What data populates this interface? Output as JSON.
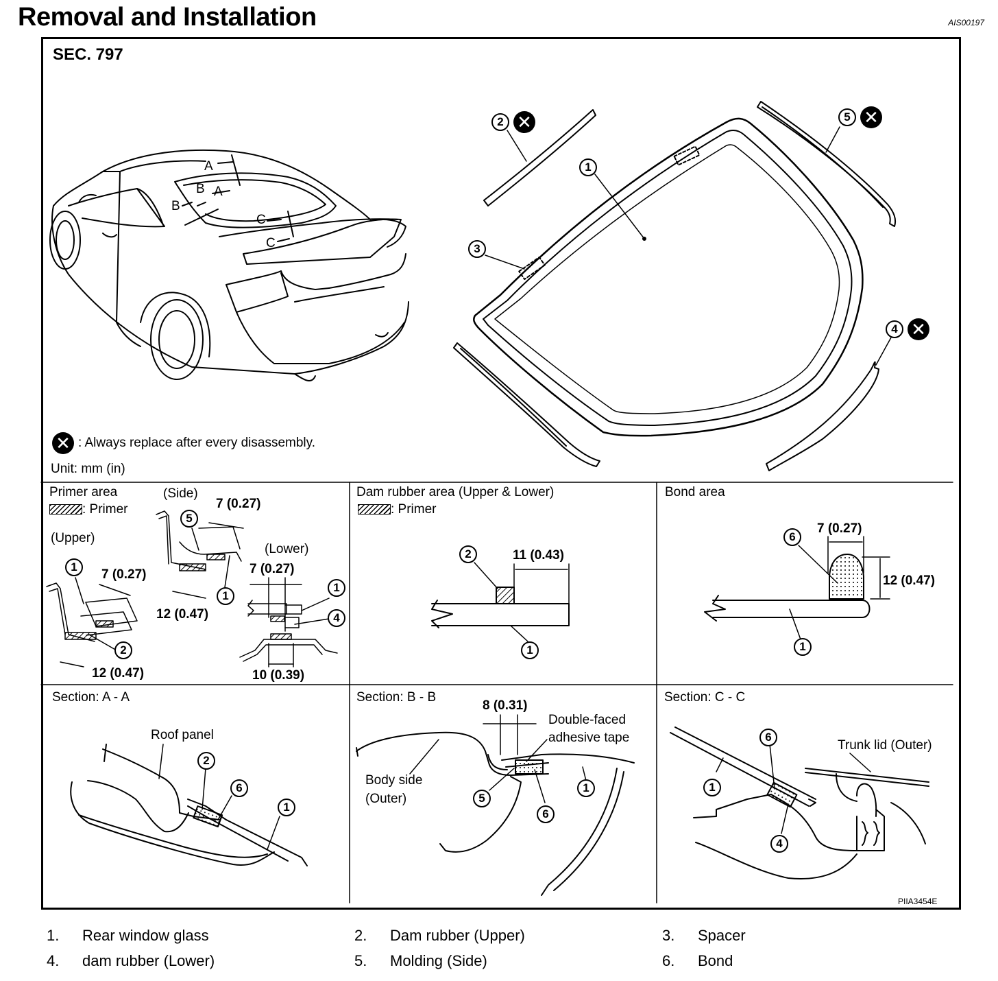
{
  "header": {
    "title": "Removal and Installation",
    "doc_id": "AIS00197"
  },
  "diagram": {
    "sec": "SEC. 797",
    "replace_note": ": Always replace after every disassembly.",
    "unit": "Unit: mm (in)",
    "fig_id": "PIIA3454E",
    "car_labels": {
      "a": "A",
      "b": "B",
      "c": "C"
    },
    "callouts": {
      "n1": "1",
      "n2": "2",
      "n3": "3",
      "n4": "4",
      "n5": "5",
      "n6": "6",
      "x": "✕"
    },
    "primer_panel": {
      "title": "Primer area",
      "primer_legend": ": Primer",
      "side": "(Side)",
      "upper": "(Upper)",
      "lower": "(Lower)",
      "d1": "7 (0.27)",
      "d2": "7 (0.27)",
      "d3": "7 (0.27)",
      "d4": "12 (0.47)",
      "d5": "12 (0.47)",
      "d6": "10 (0.39)"
    },
    "dam_panel": {
      "title": "Dam rubber area (Upper & Lower)",
      "primer_legend": ": Primer",
      "d1": "11 (0.43)"
    },
    "bond_panel": {
      "title": "Bond area",
      "d1": "7 (0.27)",
      "d2": "12 (0.47)"
    },
    "section_aa": {
      "title": "Section: A - A",
      "roof": "Roof panel"
    },
    "section_bb": {
      "title": "Section: B - B",
      "d1": "8 (0.31)",
      "tape1": "Double-faced",
      "tape2": "adhesive tape",
      "body1": "Body side",
      "body2": "(Outer)"
    },
    "section_cc": {
      "title": "Section: C - C",
      "trunk": "Trunk lid (Outer)"
    }
  },
  "legend": [
    {
      "num": "1.",
      "label": "Rear window  glass"
    },
    {
      "num": "2.",
      "label": "Dam rubber (Upper)"
    },
    {
      "num": "3.",
      "label": "Spacer"
    },
    {
      "num": "4.",
      "label": "dam rubber (Lower)"
    },
    {
      "num": "5.",
      "label": "Molding (Side)"
    },
    {
      "num": "6.",
      "label": "Bond"
    }
  ]
}
